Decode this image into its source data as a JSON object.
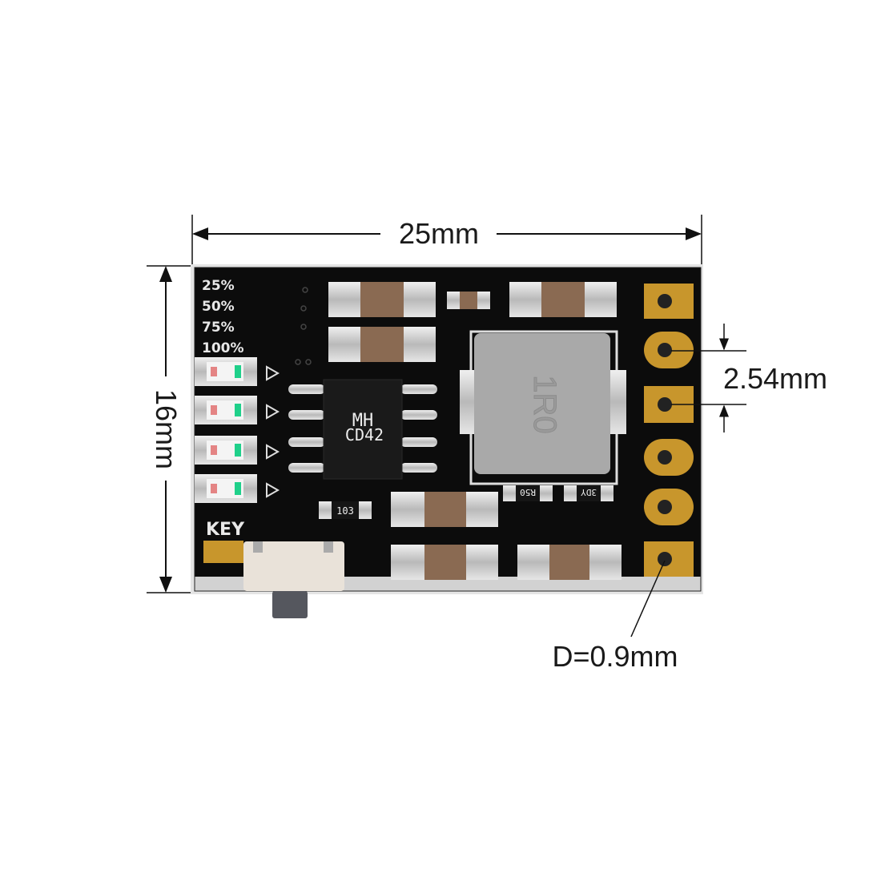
{
  "dimensions": {
    "width": "25mm",
    "height": "16mm",
    "pin_pitch": "2.54mm",
    "hole_diameter": "D=0.9mm"
  },
  "board": {
    "led_labels": [
      "25%",
      "50%",
      "75%",
      "100%"
    ],
    "key_label": "KEY",
    "chip_marking_line1": "MH",
    "chip_marking_line2": "CD42",
    "resistor_103": "103",
    "resistor_r50": "R50",
    "resistor_3dy": "3DY",
    "inductor_marking": "1R0",
    "colors": {
      "pcb": "#0c0c0c",
      "pad": "#c8962c",
      "capacitor": "#8a6a52",
      "led_green": "#1fd08a",
      "led_red": "#d83838"
    }
  }
}
